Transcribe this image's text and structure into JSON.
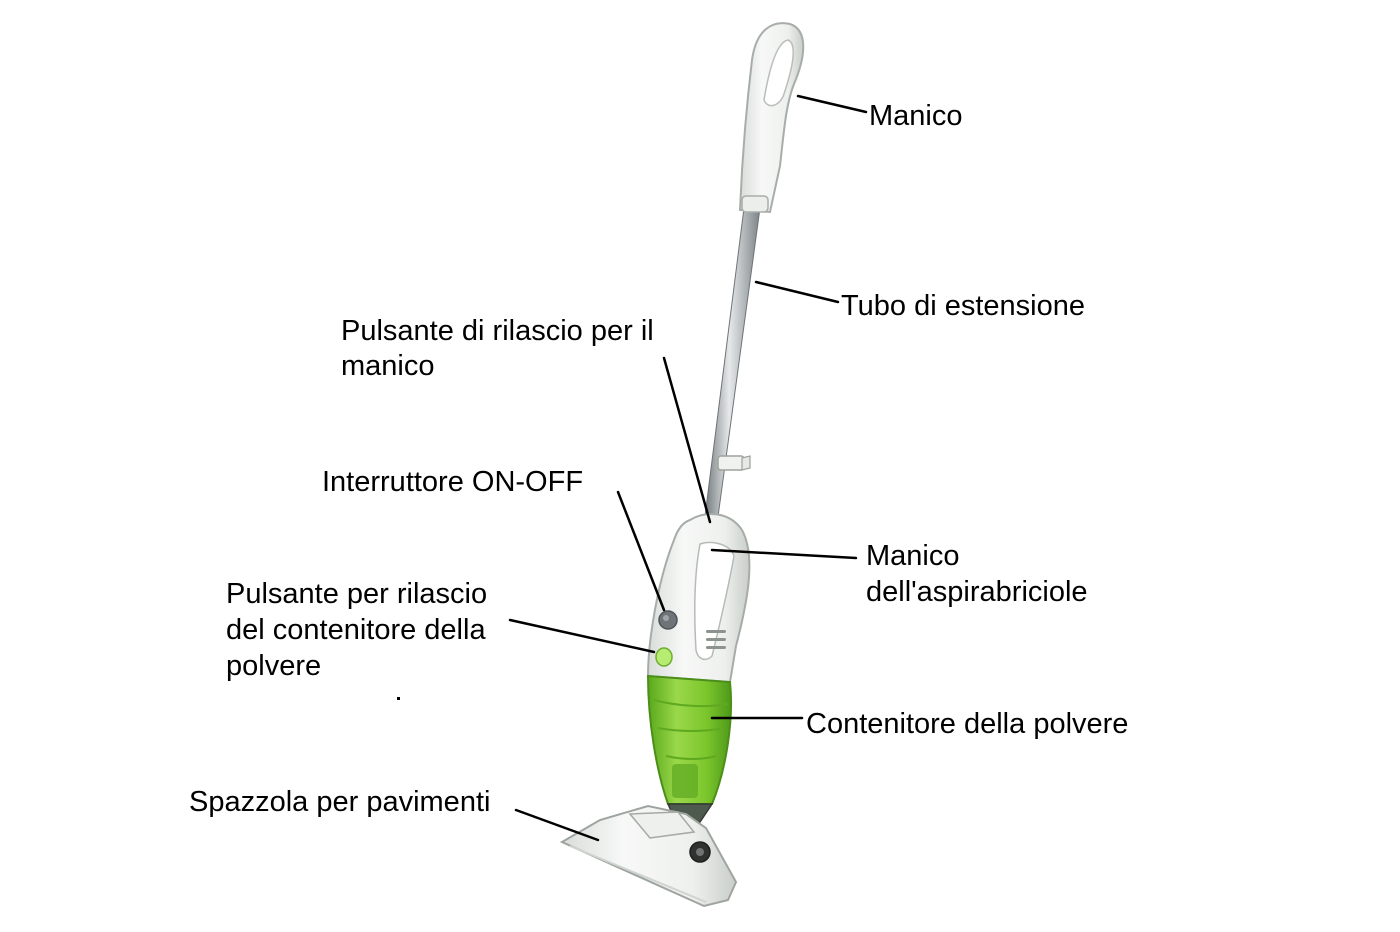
{
  "colors": {
    "background": "#ffffff",
    "body_white": "#f4f6f4",
    "body_shadow": "#d5dad6",
    "accent_green": "#7ccc2c",
    "green_dark": "#4f9a1a",
    "rod_metal": "#9aa0a4",
    "leader_line": "#000000"
  },
  "labels": {
    "handle": "Manico",
    "extension_tube": "Tubo di estensione",
    "handle_release_line1": "Pulsante di rilascio per il",
    "handle_release_line2": "manico",
    "power_switch": "Interruttore ON-OFF",
    "handheld_handle_line1": "Manico",
    "handheld_handle_line2": "dell'aspirabriciole",
    "dust_release_line1": "Pulsante per rilascio",
    "dust_release_line2": "del contenitore della",
    "dust_release_line3": "polvere",
    "dust_container": "Contenitore della polvere",
    "floor_brush": "Spazzola per pavimenti"
  }
}
